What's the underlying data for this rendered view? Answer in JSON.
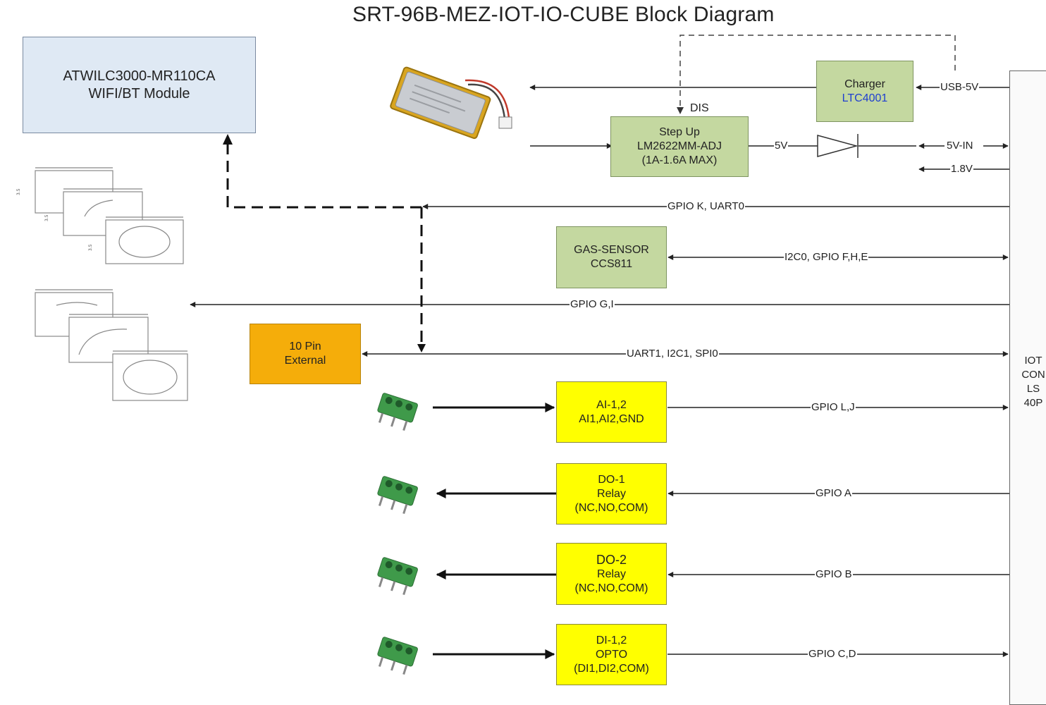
{
  "title": "SRT-96B-MEZ-IOT-IO-CUBE Block Diagram",
  "blocks": {
    "wifi": [
      "ATWILC3000-MR110CA",
      "WIFI/BT Module"
    ],
    "charger": [
      "Charger",
      "LTC4001"
    ],
    "stepup": [
      "Step Up",
      "LM2622MM-ADJ",
      "(1A-1.6A MAX)"
    ],
    "gas": [
      "GAS-SENSOR",
      "CCS811"
    ],
    "ext10": [
      "10 Pin",
      "External"
    ],
    "ai": [
      "AI-1,2",
      "AI1,AI2,GND"
    ],
    "do1": [
      "DO-1",
      "Relay",
      "(NC,NO,COM)"
    ],
    "do2": [
      "DO-2",
      "Relay",
      "(NC,NO,COM)"
    ],
    "di": [
      "DI-1,2",
      "OPTO",
      "(DI1,DI2,COM)"
    ]
  },
  "signals": {
    "usb5v": "USB-5V",
    "dis": "DIS",
    "v5": "5V",
    "v5in": "5V-IN",
    "v18": "1.8V",
    "gpio_k": "GPIO K, UART0",
    "i2c0": "I2C0, GPIO F,H,E",
    "gpio_gi": "GPIO G,I",
    "uart1": "UART1, I2C1, SPI0",
    "gpio_lj": "GPIO L,J",
    "gpio_a": "GPIO A",
    "gpio_b": "GPIO B",
    "gpio_cd": "GPIO C,D"
  },
  "connector": [
    "IOT",
    "CON",
    "LS",
    "40P"
  ],
  "colors": {
    "wifi_block": "#dfe9f4",
    "power_block": "#c4d8a0",
    "external_block": "#f5ad0a",
    "io_block": "#ffff00",
    "chip_part_text": "#1f3fd0",
    "terminal_green": "#3f9a4a"
  },
  "icons": [
    "battery-icon",
    "sensor-drawing-icon",
    "terminal-block-icon",
    "diode-icon"
  ]
}
